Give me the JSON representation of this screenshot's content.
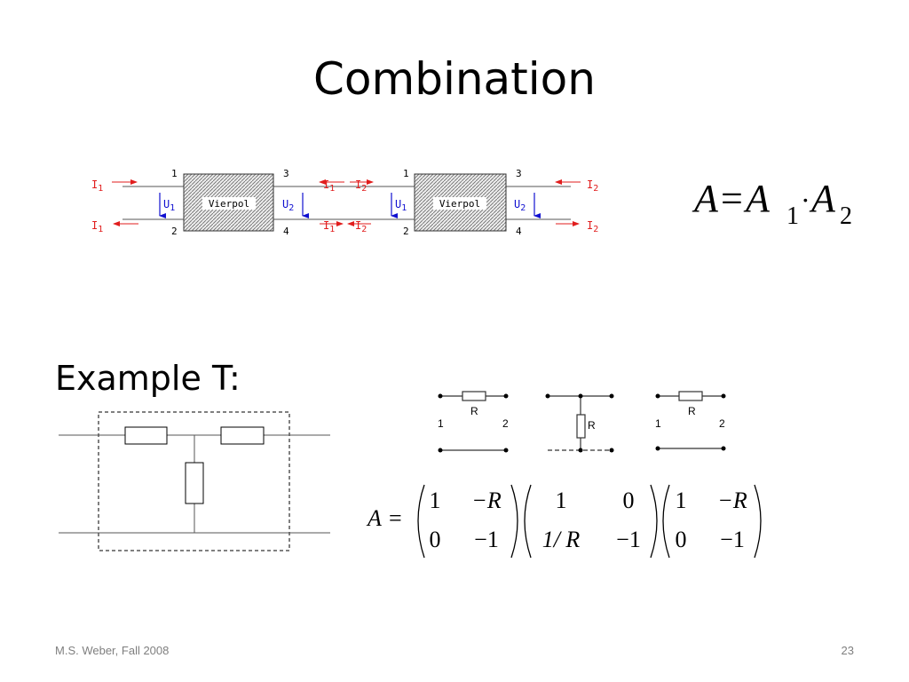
{
  "slide": {
    "title": "Combination",
    "example_label": "Example T:",
    "footer_left": "M.S. Weber, Fall 2008",
    "footer_right": "23"
  },
  "quadripole": {
    "box_label": "Vierpol",
    "port_1": "1",
    "port_2": "2",
    "port_3": "3",
    "port_4": "4",
    "current_letter": "I",
    "voltage_letter": "U",
    "index_1": "1",
    "index_2": "2"
  },
  "formula_top": {
    "A": "A",
    "equals": "=",
    "A1": "A",
    "sub1": "1",
    "dot": "·",
    "A2": "A",
    "sub2": "2"
  },
  "elements": {
    "resistor_label": "R",
    "terminal_1": "1",
    "terminal_2": "2"
  },
  "matrix_formula": {
    "lhs": "A",
    "equals": "=",
    "m1": [
      "1",
      "−R",
      "0",
      "−1"
    ],
    "m2": [
      "1",
      "0",
      "1/ R",
      "−1"
    ],
    "m3": [
      "1",
      "−R",
      "0",
      "−1"
    ]
  },
  "colors": {
    "current": "#e11d1d",
    "voltage": "#1010d0",
    "footer": "#7f7f7f"
  }
}
